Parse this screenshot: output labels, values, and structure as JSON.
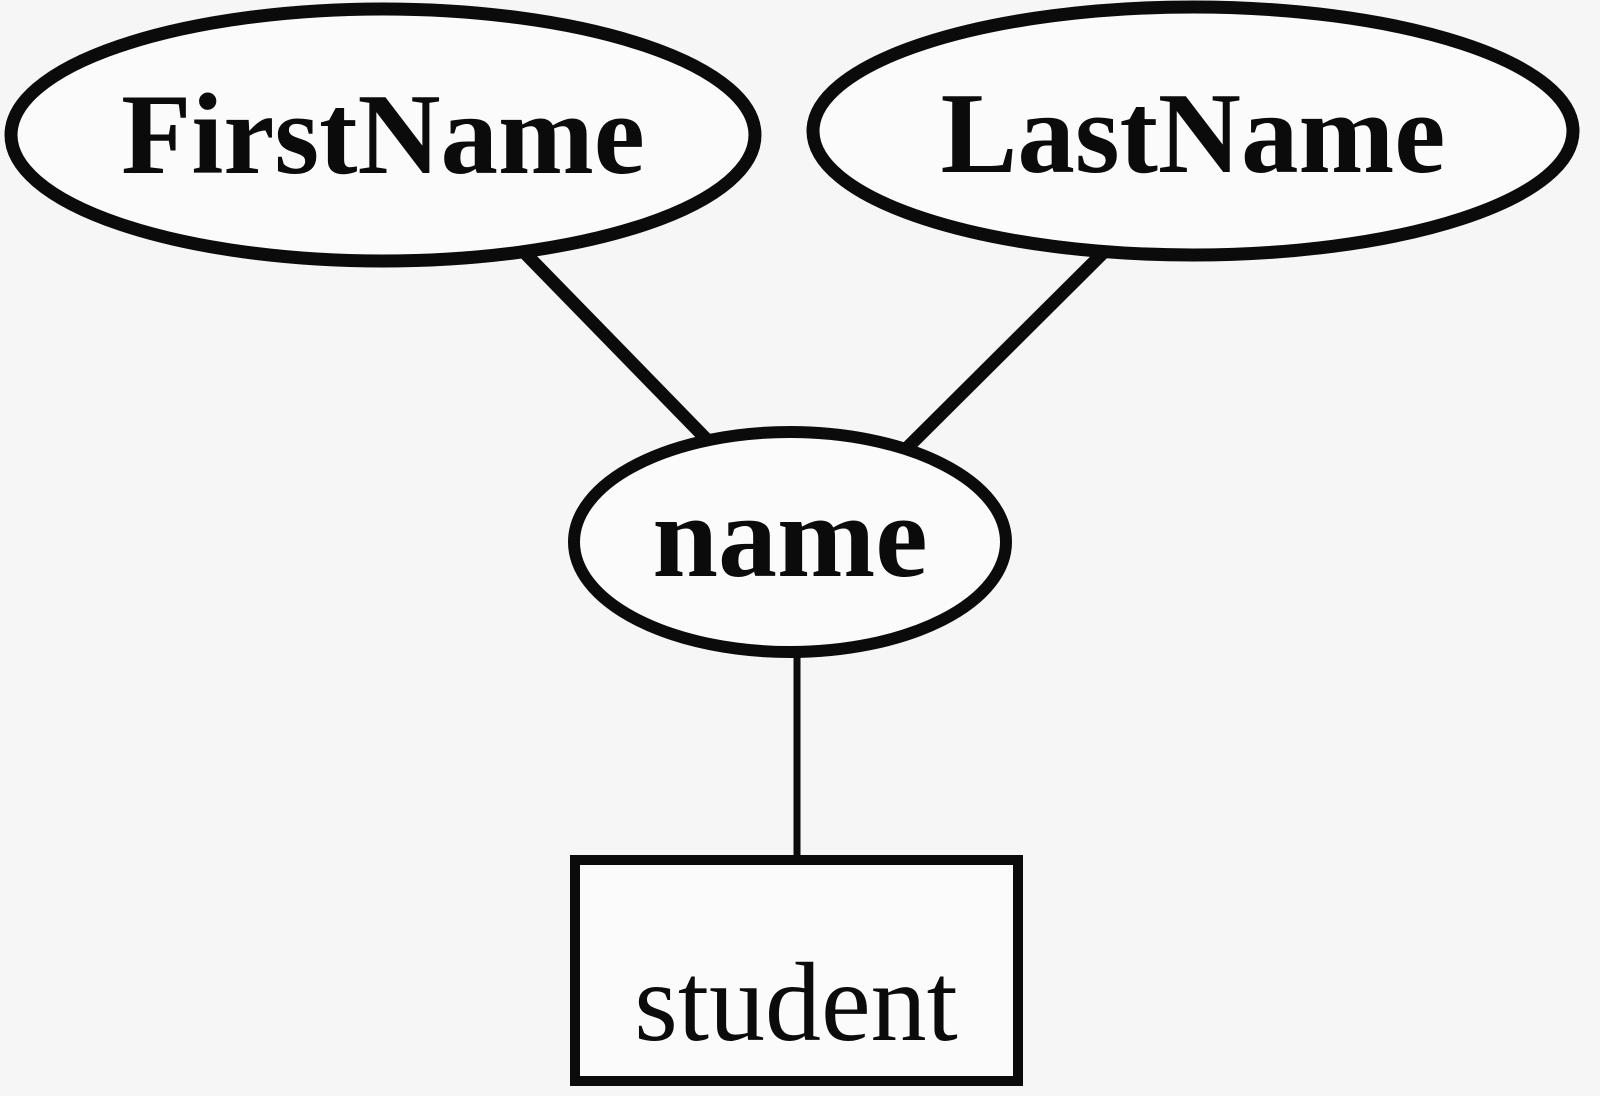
{
  "diagram": {
    "kind": "entity-relationship-diagram",
    "colors": {
      "background": "#f6f6f6",
      "stroke": "#0b0b0b",
      "shape_fill": "#fbfbfb"
    },
    "nodes": {
      "first_name": {
        "label": "FirstName",
        "shape": "ellipse",
        "role": "component attribute"
      },
      "last_name": {
        "label": "LastName",
        "shape": "ellipse",
        "role": "component attribute"
      },
      "name": {
        "label": "name",
        "shape": "ellipse",
        "role": "composite attribute"
      },
      "student": {
        "label": "student",
        "shape": "rectangle",
        "role": "entity"
      }
    },
    "edges": [
      {
        "from": "FirstName",
        "to": "name"
      },
      {
        "from": "LastName",
        "to": "name"
      },
      {
        "from": "name",
        "to": "student"
      }
    ]
  }
}
